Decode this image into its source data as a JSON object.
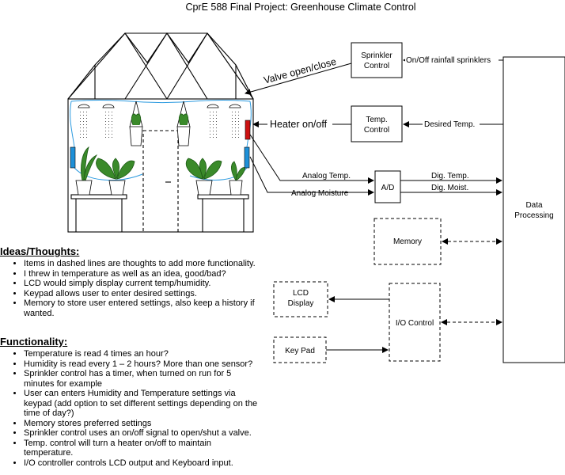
{
  "title": "CprE 588 Final Project:  Greenhouse Climate Control",
  "blocks": {
    "sprinkler_control": [
      "Sprinkler",
      "Control"
    ],
    "temp_control": [
      "Temp.",
      "Control"
    ],
    "ad": "A/D",
    "data_processing": [
      "Data",
      "Processing"
    ],
    "memory": "Memory",
    "io_control": "I/O Control",
    "lcd_display": [
      "LCD",
      "Display"
    ],
    "key_pad": "Key Pad"
  },
  "signals": {
    "valve": "Valve open/close",
    "rainfall": "On/Off rainfall sprinklers",
    "heater": "Heater on/off",
    "desired_temp": "Desired Temp.",
    "analog_temp": "Analog Temp.",
    "analog_moisture": "Analog Moisture",
    "dig_temp": "Dig. Temp.",
    "dig_moist": "Dig. Moist."
  },
  "ideas": {
    "heading": "Ideas/Thoughts:",
    "items": [
      "Items in dashed lines are thoughts to add more functionality.",
      "I threw in temperature as well as an idea, good/bad?",
      "LCD would simply display current temp/humidity.",
      "Keypad allows user to enter desired settings.",
      "Memory to store user entered settings, also keep a history if wanted."
    ]
  },
  "functionality": {
    "heading": "Functionality:",
    "items": [
      "Temperature is read 4 times an hour?",
      "Humidity is read every 1 – 2 hours? More than one sensor?",
      "Sprinkler control has a timer, when turned on run for 5 minutes for example",
      "User can enters Humidity and Temperature settings via keypad (add option to set different settings depending on the time of day?)",
      "Memory stores preferred settings",
      "Sprinkler control uses an on/off signal to open/shut a valve.",
      "Temp. control will turn a heater on/off to maintain temperature.",
      "I/O controller controls LCD output and Keyboard input."
    ]
  },
  "colors": {
    "cable": "#2d9be0",
    "sensor_blue": "#1e90d8",
    "heater_red": "#cc1111",
    "plant_green": "#3a8a2a"
  }
}
